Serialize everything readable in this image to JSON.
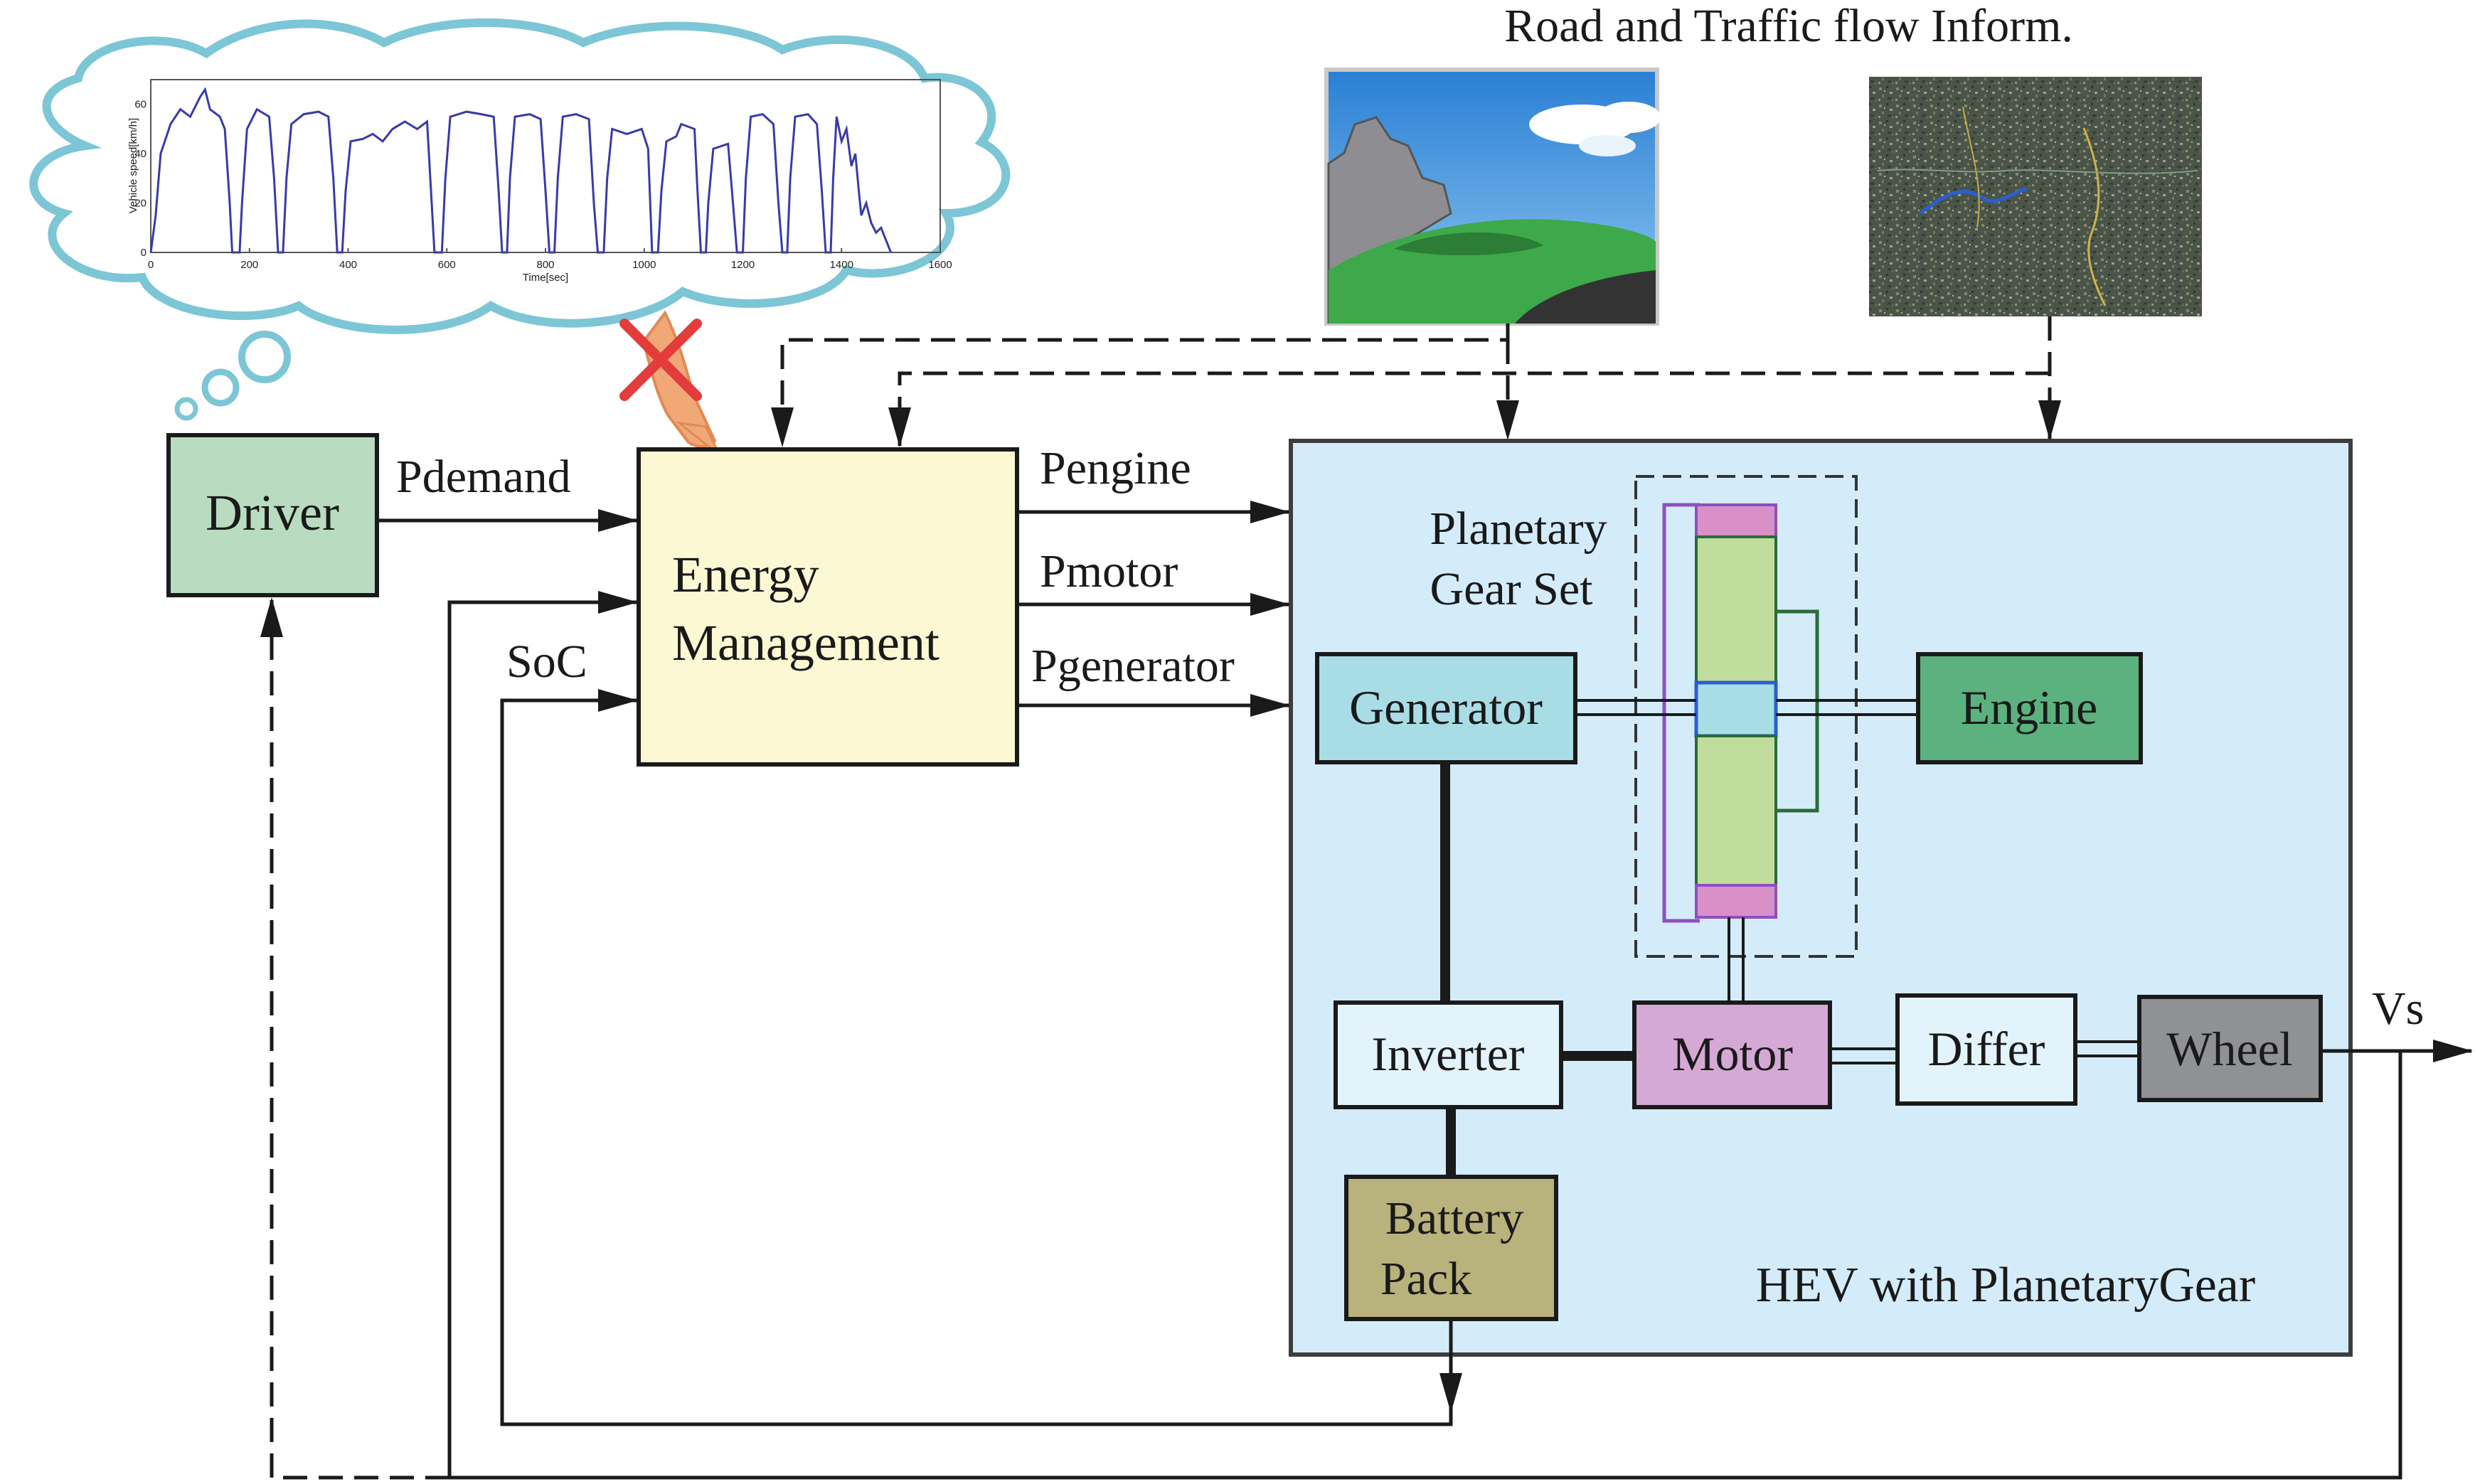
{
  "header": {
    "info_title": "Road and Traffic flow Inform."
  },
  "blocks": {
    "driver": "Driver",
    "energy_management_line1": "Energy",
    "energy_management_line2": "Management",
    "generator": "Generator",
    "engine": "Engine",
    "inverter": "Inverter",
    "motor": "Motor",
    "differ": "Differ",
    "wheel": "Wheel",
    "battery_line1": "Battery",
    "battery_line2": "Pack",
    "planetary_line1": "Planetary",
    "planetary_line2": "Gear Set",
    "hev_label": "HEV with PlanetaryGear"
  },
  "signals": {
    "pdemand": "Pdemand",
    "soc": "SoC",
    "pengine": "Pengine",
    "pmotor": "Pmotor",
    "pgenerator": "Pgenerator",
    "vs": "Vs"
  },
  "colors": {
    "driver": "#b9dcc1",
    "energy_management": "#fdf8d4",
    "hev_panel": "#d4ecfa",
    "generator": "#a8dde6",
    "engine": "#5cb27e",
    "inverter": "#e3f3fb",
    "motor": "#d5a9d5",
    "differ": "#e3f3fb",
    "wheel": "#8f9194",
    "battery": "#b8b27c",
    "gear_green": "#c0dd9e",
    "gear_pink": "#d98fc8",
    "gear_blue": "#a8dde6",
    "cloud_stroke": "#7cc6d6",
    "cross": "#e23c3c",
    "hand": "#f0a877"
  },
  "chart_data": {
    "type": "line",
    "xlabel": "Time[sec]",
    "ylabel": "Vehicle speed[km/h]",
    "xlim": [
      0,
      1600
    ],
    "ylim": [
      0,
      70
    ],
    "xticks": [
      0,
      200,
      400,
      600,
      800,
      1000,
      1200,
      1400,
      1600
    ],
    "yticks": [
      0,
      20,
      40,
      60
    ],
    "series": [
      {
        "points": [
          [
            0,
            0
          ],
          [
            10,
            15
          ],
          [
            20,
            40
          ],
          [
            40,
            52
          ],
          [
            60,
            58
          ],
          [
            80,
            55
          ],
          [
            100,
            63
          ],
          [
            110,
            66
          ],
          [
            120,
            58
          ],
          [
            140,
            55
          ],
          [
            150,
            50
          ],
          [
            160,
            20
          ],
          [
            165,
            0
          ],
          [
            180,
            0
          ],
          [
            185,
            20
          ],
          [
            195,
            50
          ],
          [
            215,
            58
          ],
          [
            240,
            55
          ],
          [
            250,
            30
          ],
          [
            258,
            0
          ],
          [
            268,
            0
          ],
          [
            275,
            30
          ],
          [
            285,
            52
          ],
          [
            310,
            56
          ],
          [
            340,
            57
          ],
          [
            360,
            55
          ],
          [
            370,
            30
          ],
          [
            378,
            0
          ],
          [
            388,
            0
          ],
          [
            395,
            25
          ],
          [
            405,
            45
          ],
          [
            430,
            46
          ],
          [
            450,
            48
          ],
          [
            470,
            45
          ],
          [
            490,
            50
          ],
          [
            515,
            53
          ],
          [
            540,
            50
          ],
          [
            560,
            53
          ],
          [
            568,
            25
          ],
          [
            575,
            0
          ],
          [
            590,
            0
          ],
          [
            597,
            30
          ],
          [
            607,
            55
          ],
          [
            640,
            57
          ],
          [
            670,
            56
          ],
          [
            695,
            55
          ],
          [
            705,
            25
          ],
          [
            712,
            0
          ],
          [
            722,
            0
          ],
          [
            728,
            30
          ],
          [
            738,
            55
          ],
          [
            768,
            56
          ],
          [
            790,
            54
          ],
          [
            800,
            25
          ],
          [
            808,
            0
          ],
          [
            818,
            0
          ],
          [
            825,
            30
          ],
          [
            835,
            55
          ],
          [
            862,
            56
          ],
          [
            888,
            54
          ],
          [
            898,
            20
          ],
          [
            906,
            0
          ],
          [
            918,
            0
          ],
          [
            925,
            30
          ],
          [
            935,
            50
          ],
          [
            965,
            48
          ],
          [
            995,
            50
          ],
          [
            1008,
            42
          ],
          [
            1016,
            0
          ],
          [
            1028,
            0
          ],
          [
            1035,
            25
          ],
          [
            1045,
            45
          ],
          [
            1065,
            47
          ],
          [
            1075,
            52
          ],
          [
            1102,
            50
          ],
          [
            1108,
            25
          ],
          [
            1115,
            0
          ],
          [
            1125,
            0
          ],
          [
            1130,
            20
          ],
          [
            1140,
            42
          ],
          [
            1170,
            44
          ],
          [
            1180,
            20
          ],
          [
            1188,
            0
          ],
          [
            1200,
            0
          ],
          [
            1206,
            30
          ],
          [
            1216,
            55
          ],
          [
            1240,
            56
          ],
          [
            1262,
            52
          ],
          [
            1272,
            20
          ],
          [
            1280,
            0
          ],
          [
            1290,
            0
          ],
          [
            1296,
            30
          ],
          [
            1306,
            55
          ],
          [
            1332,
            56
          ],
          [
            1350,
            52
          ],
          [
            1360,
            25
          ],
          [
            1368,
            0
          ],
          [
            1378,
            0
          ],
          [
            1383,
            30
          ],
          [
            1390,
            55
          ],
          [
            1400,
            45
          ],
          [
            1410,
            50
          ],
          [
            1420,
            35
          ],
          [
            1428,
            40
          ],
          [
            1435,
            25
          ],
          [
            1440,
            15
          ],
          [
            1450,
            20
          ],
          [
            1460,
            12
          ],
          [
            1470,
            8
          ],
          [
            1480,
            10
          ],
          [
            1490,
            5
          ],
          [
            1500,
            0
          ]
        ]
      }
    ]
  }
}
